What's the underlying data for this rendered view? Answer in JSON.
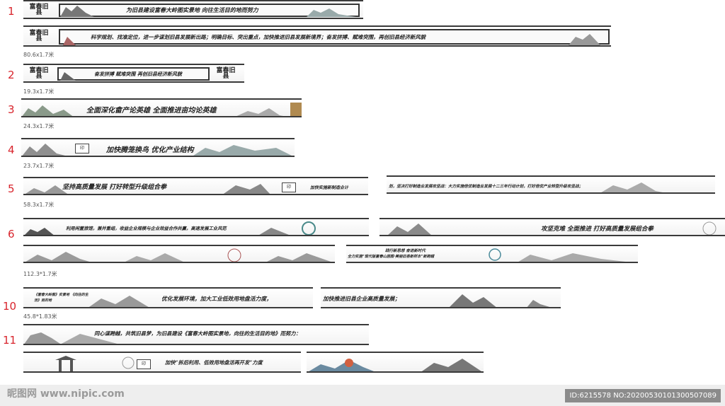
{
  "labels": {
    "n1": "1",
    "n2": "2",
    "n3": "3",
    "n4": "4",
    "n5": "5",
    "n6": "6",
    "n10": "10",
    "n11": "11"
  },
  "dims": {
    "d1": "80.6x1.7米",
    "d2": "19.3x1.7米",
    "d3": "24.3x1.7米",
    "d4": "23.7x1.7米",
    "d5": "58.3x1.7米",
    "d6": "112.3*1.7米",
    "d10": "45.8*1.83米"
  },
  "banners": {
    "b1a": "为旧县建设富春大岭图实景地  向往生活目的地而努力",
    "b1b": "科学规划、找准定位，进一步谋划旧县发展新出路；明确目标、突出重点，加快推进旧县发展新境界；奋发拼搏、赋难突围，再创旧县经济新风貌",
    "b2": "奋发拼搏  赋难突围  再创旧县经济新风貌",
    "b3": "全面深化畲产论英雄  全面推进亩均论英雄",
    "b4": "加快腾笼换鸟  优化产业结构",
    "b5a": "坚持高质量发展  打好转型升级组合拳",
    "b5b": "加快实施新制造业计",
    "b5c": "划，坚决打好制造业发展攻坚战：大力实施倍优制造业发展十二三年行动计划，打好倍优产业转型升级攻坚战；",
    "b6a": "利用闲置旅馆，兼并重组，收益企业规模与企业效益合作共赢，高速发展工业风范",
    "b6b": "攻坚克难  全面推进  打好高质量发展组合拳",
    "b6c": "践行新思想  奋进新时代",
    "b6d": "全力实施“现代版富春山居图·美丽旧县新样本”新跨越",
    "b10a": "《富春大岭图》实景地  《向往的生活》目的地",
    "b10b": "优化发展环境，加大工业低效用地盘活力度，",
    "b10c": "加快推进旧县企业高质量发展；",
    "b11a": "同心谋跨越，共筑旧县梦，为旧县建设《富春大岭图实景地，向往的生活目的地》而努力：",
    "b11b": "加快“拆后利用、低效用地盘活再开发”力度",
    "logo": "富春旧县"
  },
  "footer": {
    "watermark": "昵图网 www.nipic.com",
    "id_text": "ID:6215578 NO:20200530101300507089"
  }
}
